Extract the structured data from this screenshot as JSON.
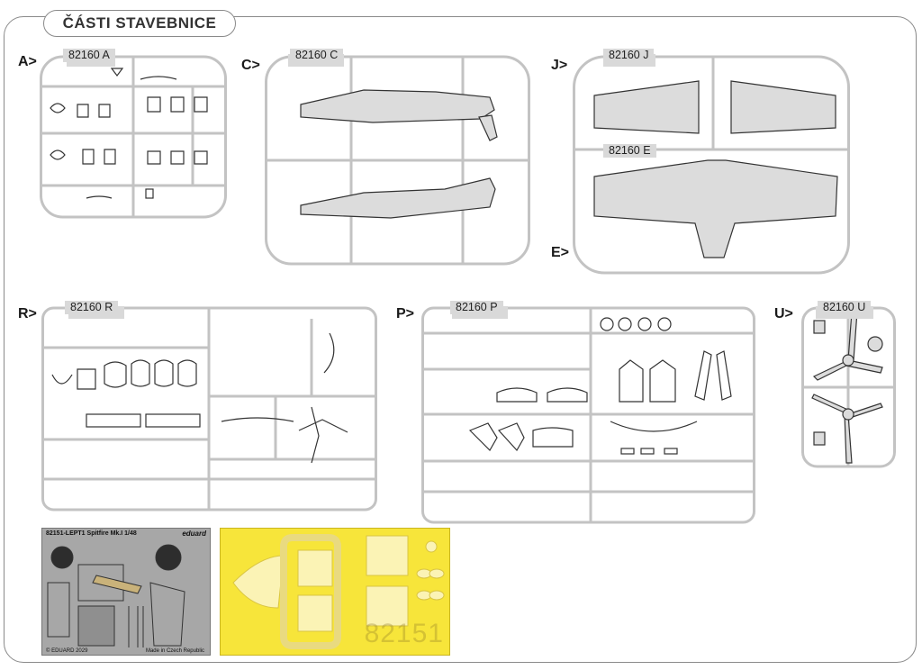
{
  "title": "ČÁSTI STAVEBNICE",
  "sections": {
    "a": {
      "letter": "A>",
      "code": "82160 A"
    },
    "c": {
      "letter": "C>",
      "code": "82160 C"
    },
    "j": {
      "letter": "J>",
      "code": "82160 J"
    },
    "e": {
      "letter": "E>",
      "code": "82160 E"
    },
    "r": {
      "letter": "R>",
      "code": "82160 R"
    },
    "p": {
      "letter": "P>",
      "code": "82160 P"
    },
    "u": {
      "letter": "U>",
      "code": "82160 U"
    }
  },
  "photoetch": {
    "code_line": "82151-LEPT1   Spitfire Mk.I  1/48",
    "brand": "eduard",
    "copyright": "© EDUARD 2029",
    "made_in": "Made in Czech Republic"
  },
  "mask": {
    "number": "82151"
  },
  "colors": {
    "frame": "#8a8a8a",
    "mask_yellow": "#f7e53a",
    "pe_grey": "#a7a7a7",
    "label_bg": "#d9d9d9"
  }
}
